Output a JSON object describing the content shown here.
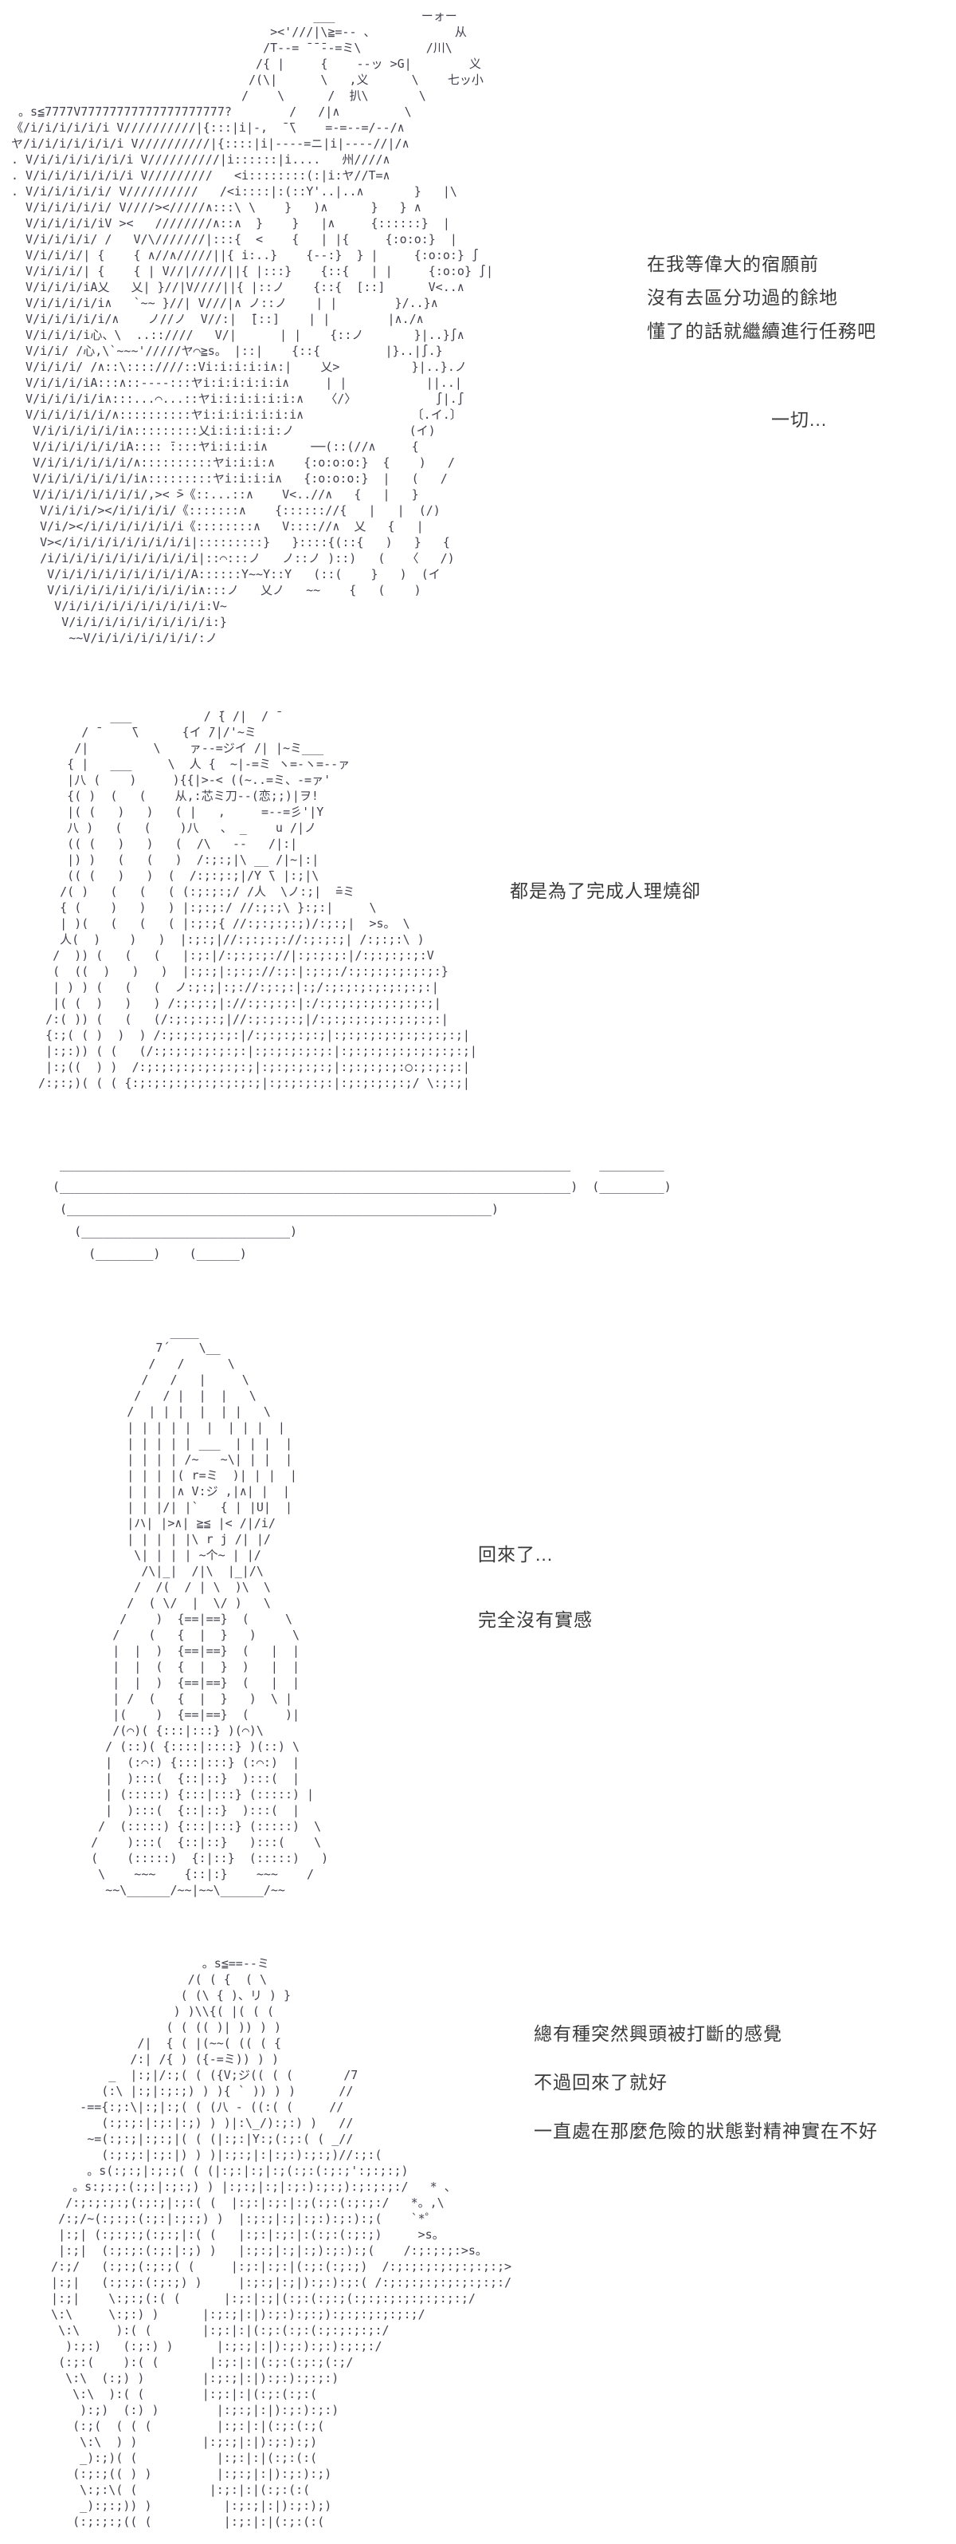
{
  "page": {
    "background": "#ffffff",
    "aa_color": "#41414f",
    "text_color": "#3a3a3a"
  },
  "scene1": {
    "aa": [
      "                                          ___            ーォー",
      "                                    ><'///|\\≧=-- 、           从",
      "                                   /T--= ̄ ̄ ̄--=ミ\\         /川\\",
      "                                  /{ |     {    --ッ >G|        义",
      "                                 /(\\|      \\   ,义      \\    七ッ小",
      "                                /    \\      /  扒\\       \\",
      " 。s≦7777V77777777777777777777?        /   /|∧         \\",
      "《/i/i/i/i/i/i V//////////|{:::|i|-,  ̄ ̄\\    =-=--=/--/∧",
      "ヤ/i/i/i/i/i/i/i V//////////|{::::|i|----=ニ|i|----//|/∧",
      ". V/i/i/i/i/i/i/i V//////////|i::::::|i....   州////∧",
      ". V/i/i/i/i/i/i/i V/////////   <i::::::::(:|i:ヤ//T=∧",
      ". V/i/i/i/i/i/ V//////////   /<i::::|:(::Y'..|..∧       }   |\\",
      "  V/i/i/i/i/i/ V////></////∧:::\\ \\    }   )∧      }   } ∧",
      "  V/i/i/i/i/iV ><   ////////∧::∧  }    }   |∧     {::::::}  |",
      "  V/i/i/i/i/ /   V/\\///////|:::{  <    {   | |{     {:o:o:}  |",
      "  V/i/i/i/| {    { ∧//∧/////||{ i:..}    {--:}  } |     {:o:o:} ∫",
      "  V/i/i/i/| {    { | V//|/////||{ |:::}    {::{   | |     {:o:o} ∫|",
      "  V/i/i/i/iA乂   乂| }//|V////||{ |::ノ    {::{  [::]      V<..∧",
      "  V/i/i/i/i/i∧   `~~ }//| V///|∧ ノ::ノ    | |        }/..}∧",
      "  V/i/i/i/i/i/∧    ノ//ノ  V//:|  ̄[::]    | |        |∧./∧",
      "  V/i/i/i/i心、\\  ..::////   V/|      | |    {::ノ       }|..}∫∧",
      "  V/i/i/ /心,\\`~~~'/////ヤ⌒≧s。 |::|    {::{         |}..|∫.}",
      "  V/i/i/i/ /∧::\\::::////::Vi:i:i:i:i∧:|    乂>          }|..}.ノ",
      "  V/i/i/i/iA:::∧::----:::ヤi:i:i:i:i:i∧     | |           ||..|",
      "  V/i/i/i/i/i∧:::...⌒...::ヤi:i:i:i:i:i:∧   〈/〉           ∫|.∫",
      "  V/i/i/i/i/i/∧::::::::::ヤi:i:i:i:i:i:i∧               〔.イ.〕",
      "   V/i/i/i/i/i/i∧:::::::::乂i:i:i:i:i:ノ                (イ)",
      "   V/i/i/i/i/i/iA:::: ̄::::ヤi:i:i:i∧      ──(::(//∧     {",
      "   V/i/i/i/i/i/i/∧::::::::::ヤi:i:i:∧    {:o:o:o:}  {    )   /",
      "   V/i/i/i/i/i/i/i∧:::::::::ヤi:i:i:i∧   {:o:o:o:}  |   (   /",
      "   V/i/i/i/i/i/i/i/,>< ̄>《::...::∧    V<..//∧   {   |   }",
      "    V/i/i/i/></i/i/i/i/《:::::::∧    {:::::://{   |   |  (/)",
      "    V/i/></i/i/i/i/i/i/i《::::::::∧   V:::://∧  乂   {   |",
      "    V></i/i/i/i/i/i/i/i/i|:::::::::}   }::::{(::{   )   }   {",
      "    /i/i/i/i/i/i/i/i/i/i/i|::⌒:::ノ   ノ::ノ )::)   (   〈   /)",
      "     V/i/i/i/i/i/i/i/i/i/A::::::Y~~Y::Y   (::(    }   )  (イ",
      "     V/i/i/i/i/i/i/i/i/i/i∧:::ノ   乂ノ   ~~    {   (    )",
      "      V/i/i/i/i/i/i/i/i/i/i:V~",
      "       V/i/i/i/i/i/i/i/i/i/i:}",
      "        ~~V/i/i/i/i/i/i/i/:ノ"
    ],
    "lines": [
      "在我等偉大的宿願前",
      "沒有去區分功過的餘地",
      "懂了的話就繼續進行任務吧"
    ],
    "tail": "一切..."
  },
  "scene2": {
    "aa": [
      "            ___          / ̄{ /|  / ̄",
      "        / ̄     ̄\\      {イ ̄/|/'~ミ",
      "       /|         \\    ァ--=ジイ /| |~ミ___",
      "      { |   ___     \\  人 {  ~|-=ミ ヽ=-ヽ=--ァ",
      "      |八 (    )     ){{|>-< ((~..=ミ、-=ァ'",
      "      {( )  (   (    从,:芯ミ刀--(恋;;)|ヲ!",
      "      |( (   )   )   ( |   ,     =--=彡'|Y",
      "      八 )   (   (    )八   、 _    u /|ノ",
      "      (( (   )   )   (  /\\   --   /|:|",
      "      |) )   (   (   )  /:;:;|\\ __ /|~|:|",
      "      (( (   )   )  (  /:;:;:;|/Y ̄\\ |:;|\\",
      "     /( )   (   (   ( (:;:;:;/ /人  \\ノ:;|  ̄=ミ",
      "     { (    )   )   ) |:;:;:/ //:;:;\\ }:;:|     \\",
      "     | )(   (   (   ( |:;:;{ //:;:;:;:;)/:;:;|  >s。 \\",
      "     人(  )    )   )  |:;:;|//:;:;:;://:;:;:;| /:;:;:\\ )",
      "    /  )) (   (   (   |:;:|/:;:;:;://|:;:;:;:|/:;:;:;:;:V",
      "    (  ((  )   )   )  |:;:;|:;:;://:;:|:;:;:/:;:;:;:;:;:;:}",
      "    | ) ) (   (   (  ノ:;:;|:;://:;:;:|:;/:;:;:;:;:;:;:;:|",
      "    |( (  )   )   ) /:;:;:;|://:;:;:;:|:/:;:;:;:;:;:;:;:;|",
      "   /:( )) (   (   (/:;:;:;:;|//:;:;:;:;|/:;:;:;:;:;:;:;:;:|",
      "   {:;( ( )  )  ) /:;:;:;:;:;:|/:;:;:;:;:;|:;:;:;:;:;:;:;:;:;|",
      "   |:;:)) ( (   (/:;:;:;:;:;:;:|:;:;:;:;:;:|:;:;:;:;:;:;:;:;:;|",
      "   |:;((  ) )  /:;:;:;:;:;:;:;:;|:;:;:;:;:;|:;:;:;:;:◯:;:;:;:|",
      "  /:;:;)( ( ( {:;:;:;:;:;:;:;:;:;|:;:;:;:;:|:;:;:;:;:;/ \\:;:;|"
    ],
    "lines": [
      "都是為了完成人理燒卻"
    ]
  },
  "divider": {
    "aa": [
      " _______________________________________________________________________    _________",
      "(_______________________________________________________________________)  (_________)",
      " (___________________________________________________________)",
      "   (_____________________________)",
      "     (________)    (______)"
    ]
  },
  "scene3": {
    "aa": [
      "               ____",
      "             7´    \\__",
      "            /   /      \\",
      "           /   /   |     \\",
      "          /   / |  |  |   \\",
      "         /  | | |  |  | |   \\",
      "         | | | | |  |  | | |  |",
      "         | | | | | ___  | | |  |",
      "         | | | | /~   ~\\| | |  |",
      "         | | | |( r=ミ  )| | |  |",
      "         | | | |∧ V:ジ ,|∧| |  |",
      "         | | |/| |`   { | |U|  |",
      "         |ハ| |>∧| ≧≦ |< /|/i/",
      "         | | | | |\\ r j /| |/",
      "          \\| | | | ~个~ | |/",
      "           /\\|_|  /|\\  |_|/\\",
      "          /  /(  / | \\  )\\  \\",
      "         /  ( \\/  |  \\/ )   \\",
      "        /    )  {==|==}  (     \\",
      "       /    (   {  |  }   )     \\",
      "       |  |  )  {==|==}  (   |  |",
      "       |  |  (  {  |  }  )   |  |",
      "       |  |  )  {==|==}  (   |  |",
      "       | /  (   {  |  }   )  \\ |",
      "       |(    )  {==|==}  (     )|",
      "       /(⌒)( {:::|:::} )(⌒)\\",
      "      / (::)( {::::|::::} )(::) \\",
      "      |  (:⌒:) {:::|:::} (:⌒:)  |",
      "      |  ):::(  {::|::}  ):::(  |",
      "      | (:::::) {:::|:::} (:::::) |",
      "      |  ):::(  {::|::}  ):::(  |",
      "     /  (:::::) {:::|:::} (:::::)  \\",
      "    /    ):::(  {::|::}   ):::(    \\",
      "    (    (:::::)  {:|::}  (:::::)   )",
      "     \\    ~~~    {::|:}    ~~~    /",
      "      ~~\\______/~~|~~\\______/~~"
    ],
    "lines": [
      "回來了...",
      "完全沒有實感"
    ]
  },
  "scene4": {
    "aa": [
      "                       。s≦==--ミ",
      "                     /( ( {  ( \\",
      "                    ( (\\ { )、リ ) }",
      "                   ) )\\\\{( |( ( (",
      "                  ( ( (( )| )) ) )",
      "              /|  { ( |(~~( (( ( {",
      "             /:| /{ ) ({-=ミ)) ) )",
      "          _  |:;|/:;( ( ({V;ジ(( ( (       /7",
      "         (:\\ |:;|:;:;) ) ){ ` )) ) )      //",
      "      -=={:;:\\|:;|:;( ( (八 - ((:( (     //",
      "         (:;:;:|:;:|:;) ) )|:\\_/):;:) )   //",
      "       ~=(:;:;|:;:;|( ( (|:;:|Y:;(:;:( ( _//",
      "         (:;:;:|:;:|) ) )|:;:;|:|:;:):;:;)//:;:(",
      "       。s(:;:;|:;:;( ( (|:;:|:;|:;(:;:(:;:;':;:;:;)",
      "     。s:;:;:(:;:|:;:;) ) |:;:;|:;|:;:):;:;):;:;:;:/   * 、",
      "    /:;:;:;:;(:;:;|:;:( (  |:;:|:;:|:;(:;:(:;:;:/   *。,\\",
      "   /:;/~(:;:;:(:;:|:;:;) )  |:;:;|:;|:;:):;:):;(    `*゜",
      "   |:;| (:;:;:;(:;:;|:( (   |:;:|:;:|:(:;:(:;:;)     >s。",
      "   |:;|  (:;:;:(:;:|:;) )   |:;:;|:;|:;):;:):;(    /:;:;:;:>s。",
      "  /:;/   (:;:;(:;:;( (     |:;:|:;:|(:;:(:;:;)  /:;:;:;:;:;:;:;:;>",
      "  |:;|   (:;:;:(:;:;) )     |:;:;|:;|):;:):;:( /:;:;:;:;:;:;:;:;:/",
      "  |:;|    \\:;:;(:( (      |:;:|:;|(:;:(:;:;(:;:;:;:;:;:;:;:;/",
      "  \\:\\     \\:;:) )      |:;:;|:|):;:):;:;):;:;:;:;:;:;/",
      "   \\:\\     ):( (       |:;:|:|(:;:(:;:(:;:;:;:;:/",
      "    ):;:)   (:;:) )      |:;:;|:|):;:):;:):;:;:/",
      "   (:;:(    ):( (       |:;:|:|(:;:(:;:;(:;/",
      "    \\:\\  (:;) )        |:;:;|:|):;:):;:;:)",
      "     \\:\\  ):( (        |:;:|:|(:;:(:;:(",
      "      ):;)  (:) )        |:;:;|:|):;:):;:)",
      "     (:;(  ( ( (         |:;:|:|(:;:(:;(",
      "      \\:\\  ) )         |:;:;|:|):;:):;)",
      "      _):;)( (           |:;:|:|(:;:(:(",
      "     (:;:;(( ) )         |:;:;|:|):;:):;)",
      "      \\:;:\\( (          |:;:|:|(:;:(:(",
      "      _):;:;)) )          |:;:;|:|):;:);)",
      "     (:;:;:;(( (          |:;:|:|(:;:(:("
    ],
    "lines": [
      "總有種突然興頭被打斷的感覺",
      "不過回來了就好",
      "一直處在那麼危險的狀態對精神實在不好"
    ]
  }
}
